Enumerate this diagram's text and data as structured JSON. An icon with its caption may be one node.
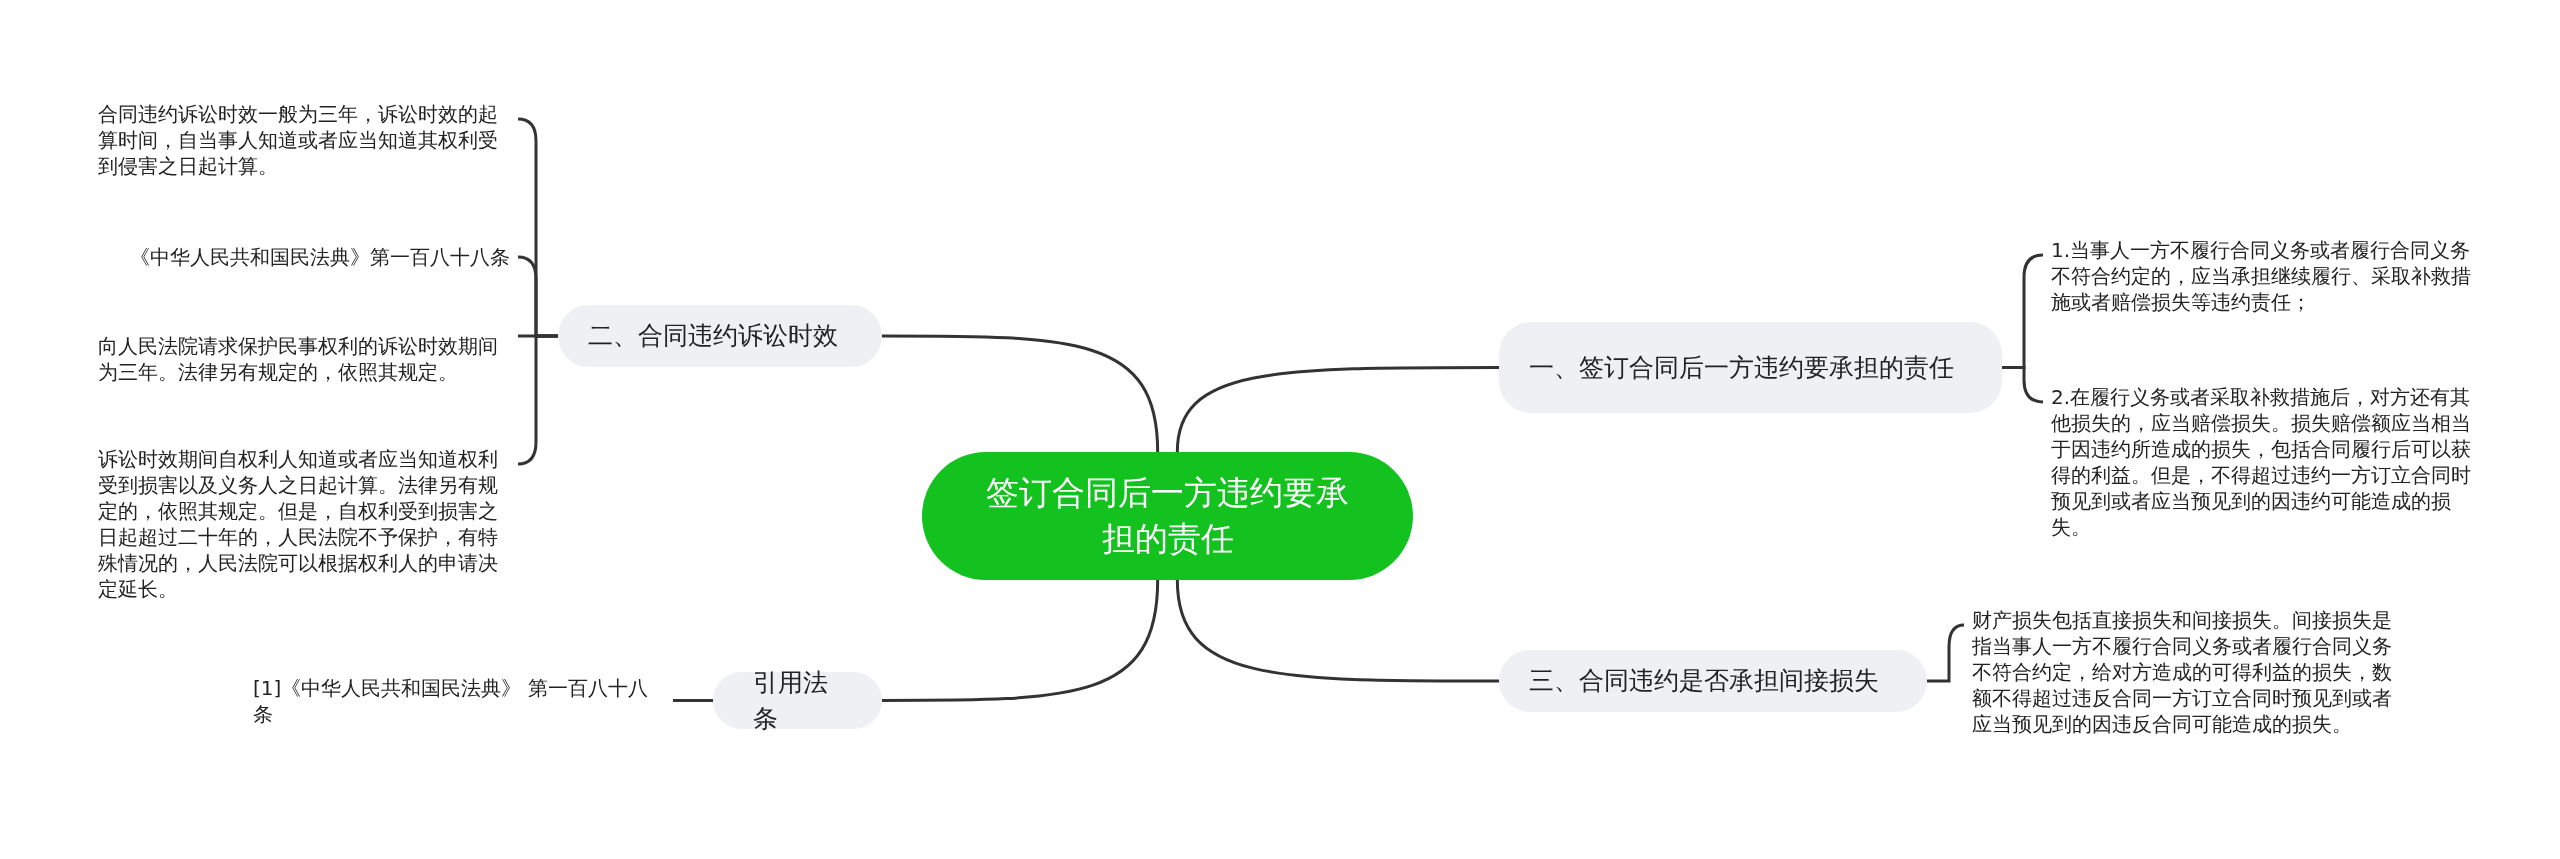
{
  "diagram": {
    "nodes": [
      {
        "text": [
          "签订合同后一方违约要承担的责任"
        ]
      },
      {
        "text": [
          "一、签订合同后一方违约要承担的责任"
        ]
      },
      {
        "text": [
          "1.当事人一方不履行合同义务或者履行合同义务不符合约定的，应当承担继续履行、采取补救措施或者赔偿损失等违约责任；"
        ]
      },
      {
        "text": [
          "2.在履行义务或者采取补救措施后，对方还有其他损失的，应当赔偿损失。损失赔偿额应当相当于因违约所造成的损失，包括合同履行后可以获得的利益。但是，不得超过违约一方订立合同时预见到或者应当预见到的因违约可能造成的损失。"
        ]
      },
      {
        "text": [
          "三、合同违约是否承担间接损失"
        ]
      },
      {
        "text": [
          "财产损失包括直接损失和间接损失。间接损失是指当事人一方不履行合同义务或者履行合同义务不符合约定，给对方造成的可得利益的损失，数额不得超过违反合同一方订立合同时预见到或者应当预见到的因违反合同可能造成的损失。"
        ]
      },
      {
        "text": [
          "二、合同违约诉讼时效"
        ]
      },
      {
        "text": [
          "合同违约诉讼时效一般为三年，诉讼时效的起算时间，自当事人知道或者应当知道其权利受到侵害之日起计算。"
        ]
      },
      {
        "text": [
          "《中华人民共和国民法典》第一百八十八条"
        ]
      },
      {
        "text": [
          "向人民法院请求保护民事权利的诉讼时效期间为三年。法律另有规定的，依照其规定。"
        ]
      },
      {
        "text": [
          "诉讼时效期间自权利人知道或者应当知道权利受到损害以及义务人之日起计算。法律另有规定的，依照其规定。但是，自权利受到损害之日起超过二十年的，人民法院不予保护，有特殊情况的，人民法院可以根据权利人的申请决定延长。"
        ]
      },
      {
        "text": [
          "引用法条"
        ]
      },
      {
        "text": [
          "[1]《中华人民共和国民法典》 第一百八十八条"
        ]
      }
    ],
    "edges": [
      {
        "from": 0,
        "to": 1,
        "arrow": "none"
      },
      {
        "from": 1,
        "to": 2,
        "arrow": "none"
      },
      {
        "from": 1,
        "to": 3,
        "arrow": "none"
      },
      {
        "from": 0,
        "to": 4,
        "arrow": "none"
      },
      {
        "from": 4,
        "to": 5,
        "arrow": "none"
      },
      {
        "from": 0,
        "to": 6,
        "arrow": "none"
      },
      {
        "from": 6,
        "to": 7,
        "arrow": "none"
      },
      {
        "from": 6,
        "to": 8,
        "arrow": "none"
      },
      {
        "from": 6,
        "to": 9,
        "arrow": "none"
      },
      {
        "from": 6,
        "to": 10,
        "arrow": "none"
      },
      {
        "from": 0,
        "to": 11,
        "arrow": "none"
      },
      {
        "from": 11,
        "to": 12,
        "arrow": "none"
      }
    ]
  }
}
